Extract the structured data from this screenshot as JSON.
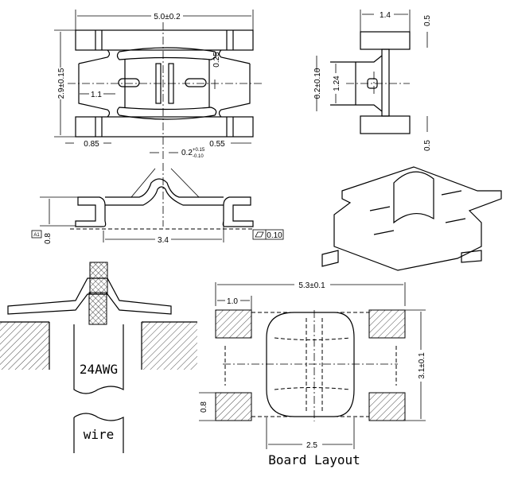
{
  "top_view": {
    "width": "5.0±0.2",
    "height": "2.9±0.15",
    "slot": "1.1",
    "gap": "0.25",
    "left_pad": "0.85",
    "right_pad": "0.55",
    "center_gap": "0.2",
    "tol_plus": "+0.15",
    "tol_minus": "-0.10"
  },
  "side_view": {
    "width": "1.4",
    "top_pad": "0.5",
    "bottom_pad": "0.5",
    "offset": "0.2±0.10",
    "inner": "1.24"
  },
  "front_view": {
    "datum": "A1",
    "height": "0.8",
    "span": "3.4",
    "flatness": "0.10"
  },
  "wire_view": {
    "gauge": "24AWG",
    "label": "wire"
  },
  "board_layout": {
    "title": "Board Layout",
    "width": "5.3±0.1",
    "pad_width": "1.0",
    "height": "3.1±0.1",
    "pad_height": "0.8",
    "center": "2.5"
  }
}
